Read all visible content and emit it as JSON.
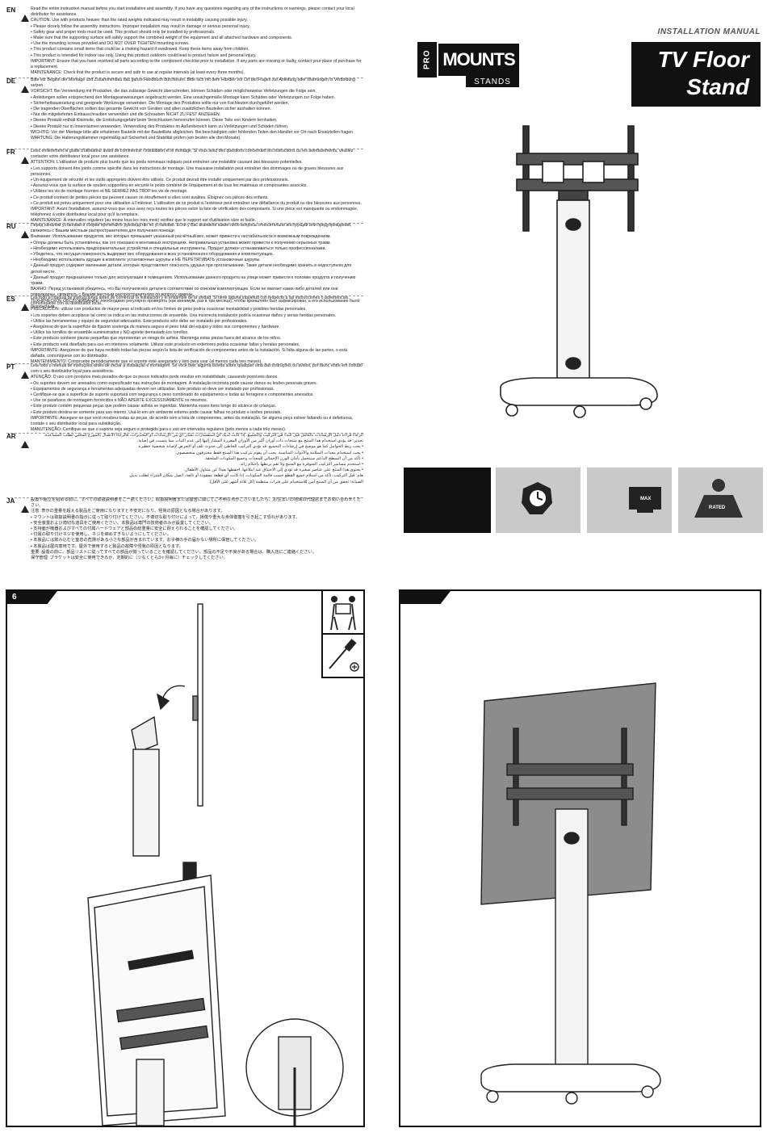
{
  "header": {
    "manual_label": "INSTALLATION MANUAL",
    "title_line1": "TV Floor",
    "title_line2": "Stand"
  },
  "logo": {
    "pro": "PRO",
    "mounts": "MOUNTS",
    "stands": "STANDS"
  },
  "languages": [
    {
      "code": "EN",
      "lines": [
        "Read the entire instruction manual before you start installation and assembly. If you have any questions regarding any of the instructions or warnings, please contact your local distributor for assistance.",
        "CAUTION: Use with products heavier than the rated weights indicated may result in instability causing possible injury.",
        "• Please closely follow the assembly instructions. Improper installation may result in damage or serious personal injury.",
        "• Safety gear and proper tools must be used. This product should only be installed by professionals.",
        "• Make sure that the supporting surface will safely support the combined weight of the equipment and all attached hardware and components.",
        "• Use the mounting screws provided and DO NOT OVER TIGHTEN mounting screws.",
        "• This product contains small items that could be a choking hazard if swallowed. Keep these items away from children.",
        "• This product is intended for indoor use only. Using this product outdoors could lead to product failure and personal injury.",
        "IMPORTANT: Ensure that you have received all parts according to the component checklist prior to installation. If any parts are missing or faulty, contact your place of purchase for a replacement.",
        "MAINTENANCE: Check that the product is secure and safe to use at regular intervals (at least every three months)."
      ]
    },
    {
      "code": "DE",
      "lines": [
        "Bitte vor Beginn der Montage und Zusammenbau das ganze Handbuch durchlesen. Bitte sich mit dem Händler vor Ort bei Fragen zur Anleitung oder Warnungen in Verbindung setzen.",
        "VORSICHT: Bei Verwendung mit Produkten, die das zulässige Gewicht überschreiten, können Schäden oder möglicherweise Verletzungen die Folge sein.",
        "• Anleitungen sollen entsprechend den Montageanweisungen angebracht werden. Eine unsachgemäße Montage kann Schäden oder Verletzungen zur Folge haben.",
        "• Sicherheitsausrüstung und geeignete Werkzeuge verwenden. Die Montage des Produktes sollte nur von Fachleuten durchgeführt werden.",
        "• Die tragenden Oberflächen sollten das gesamte Gewicht von Geräten und allen zusätzlichen Bauteilen sicher aushalten können.",
        "• Nur die mitgelieferten Einbauschrauben verwenden und die Schrauben NICHT ZU FEST ANZIEHEN.",
        "• Dieses Produkt enthält Kleinteile, die Erstickungsgefahr beim Verschlucken hervorrufen können. Diese Teile von Kindern fernhalten.",
        "• Dieses Produkt nur in Innenräumen verwenden. Verwendung des Produktes im Außenbereich kann zu Verletzungen und Schäden führen.",
        "WICHTIG: Vor der Montage bitte alle erhaltenen Bauteile mit der Bauteilliste abgleichen. Bei beschädigten oder fehlenden Teilen den Händler vor Ort nach Ersatzteilen fragen.",
        "WARTUNG: Die Halterungsklammer regelmäßig auf Sicherheit und Stabilität prüfen (am besten alle drei Monate)."
      ]
    },
    {
      "code": "FR",
      "lines": [
        "Lisez entièrement le guide d'utilisateur avant de commencer l'installation et le montage. Si vous avez des questions concernant les instructions ou les avertissements, veuillez contacter votre distributeur local pour une assistance.",
        "ATTENTION: L'utilisation de produits plus lourds que les poids nominaux indiqués peut entraîner une instabilité causant des blessures potentielles.",
        "• Les supports doivent être joints comme spécifié dans les instructions de montage. Une mauvaise installation peut entraîner des dommages ou de graves blessures aux personnes.",
        "• Un équipement de sécurité et les outils appropriés doivent être utilisés. Ce produit devrait être installé uniquement par des professionnels.",
        "• Assurez-vous que la surface de soutien supportera en sécurité le poids combiné de l'équipement et de tous les matériaux et composantes associés.",
        "• Utilisez les vis de montage fournies et NE SERREZ PAS TROP les vis de montage.",
        "• Ce produit contient de petites pièces qui peuvent causer un étouffement si elles sont avalées. Éloignez ces pièces des enfants.",
        "• Ce produit est prévu uniquement pour une utilisation à l'intérieur. L'utilisation de ce produit à l'extérieur peut entraîner une défaillance du produit ou des blessures aux personnes.",
        "IMPORTANT: Avant l'installation, assurez-vous que vous avez reçu toutes les pièces selon la liste de vérification des composants. Si une pièce est manquante ou endommagée, téléphonez à votre distributeur local pour qu'il la remplace.",
        "MAINTENANCE: À intervalles réguliers (au moins tous les trois mois) vérifiez que le support est d'utilisation sûre et facile."
      ]
    },
    {
      "code": "RU",
      "lines": [
        "Перед началом установки и сборки прочитайте руководство по установке. Если у Вас возникли какие-либо вопросы относительно инструкций или предупреждений, свяжитесь с Вашим местным распространителем для получения помощи.",
        "Внимание: Использование продуктов, вес которых превышает указанный расчётный вес, может привести к нестабильности и возможным повреждениям.",
        "• Опоры должны быть установлены, как это показано в монтажных инструкциях. Неправильная установка может привести к получению серьезных травм.",
        "• Необходимо использовать предохранительные устройства и специальные инструменты. Продукт должен устанавливаться только профессионалами.",
        "• Убедитесь, что несущая поверхность выдержит вес оборудования и всех установленного оборудования и комплектующих.",
        "• Необходимо использовать идущие в комплекте установочные шурупы и НЕ ПЕРЕТЯГИВАТЬ установочные шурупы.",
        "• Данный продукт содержит маленькие детали, которые представляют опасность удушья при проглатывании. Такие детали необходимо хранить в недоступном для детей месте.",
        "• Данный продукт предназначен только для эксплуатации в помещениях. Использование данного продукта на улице может привести к поломке продукта и получению травм.",
        "ВАЖНО: Перед установкой убедитесь, что Вы получили все детали в соответствии со списком комплектующих. Если не хватает каких-либо деталей или они повреждены, свяжитесь с Вашим местным распространителем по вопросу замены.",
        "ТЕХНИЧЕСКОЕ ОБСЛУЖИВАНИЕ: Необходимо регулярно проверять (как минимум, раз в три месяца), чтобы кронштейн был зафиксирован, а его использование было безопасным."
      ]
    },
    {
      "code": "ES",
      "lines": [
        "Lea todo el manual de instrucciones antes de comenzar la instalación y el ensamble de la unidad. Si tiene alguna inquietud con respecto a las instrucciones o advertencias, comuníquese con su distribuidor local.",
        "PRECAUCIÓN: utilizar con productos de mayor peso al indicado en los límites de peso podría ocasionar inestabilidad y posibles heridas personales.",
        "• Los soportes deben acoplarse tal como se indica en las instrucciones de ensamble. Una incorrecta instalación podría ocasionar daños y serias heridas personales.",
        "• Utilice las herramientas y equipo de seguridad adecuados. Este producto sólo debe ser instalado por profesionales.",
        "• Asegúrese de que la superficie de fijación sostenga de manera segura el peso total del equipo y todos sus componentes y hardware.",
        "• Utilice los tornillos de ensamble suministrados y NO apriete demasiado los tornillos.",
        "• Este producto contiene piezas pequeñas que representan un riesgo de asfixia. Mantenga estas piezas fuera del alcance de los niños.",
        "• Este producto está diseñado para uso en interiores solamente. Utilizar este producto en exteriores podría ocasionar fallas y heridas personales.",
        "IMPORTANTE: Asegúrese de que haya recibido todas las piezas según la lista de verificación de componentes antes de la instalación. Si falta alguna de las partes, o está dañada, comuníquese con su distribuidor.",
        "MANTENIMIENTO: Compruebe periódicamente que el soporte esté asegurado y listo para usar (al menos cada tres meses)."
      ]
    },
    {
      "code": "PT",
      "lines": [
        "Leia todo o manual de instruções antes de iniciar a instalação e montagem. Se você tiver alguma dúvida sobre qualquer uma das instruções ou avisos, por favor, entre em contato com o seu distribuidor local para assistência.",
        "ATENÇÃO: O uso com produtos mais pesados do que os pesos indicados pode resultar em instabilidade, causando possíveis danos.",
        "• Os suportes devem ser anexados como especificado nas instruções de montagem. A instalação incorreta pode causar danos ou lesões pessoais graves.",
        "• Equipamentos de segurança e ferramentas adequadas devem ser utilizadas. Este produto só deve ser instalado por profissionais.",
        "• Certifique-se que a superfície de suporte suportará com segurança o peso combinado do equipamento e todas as ferragens e componentes anexados.",
        "• Use os parafusos de montagem fornecidos e NÃO APERTE EXCESSIVAMENTE os mesmos.",
        "• Este produto contém pequenas peças que podem causar asfixia se ingeridas. Mantenha esses itens longe do alcance de crianças.",
        "• Este produto destina-se somente para uso interno. Usá-lo em um ambiente externo pode causar falhas no produto e lesões pessoais.",
        "IMPORTANTE: Assegure-se que você recebeu todas as peças, de acordo com a lista de componentes, antes da instalação. Se alguma peça estiver faltando ou é defeituosa, contate o seu distribuidor local para substituição.",
        "MANUTENÇÃO: Certifique-se que o suporte seja seguro e protegido para o uso em intervalos regulares (pelo menos a cada três meses)."
      ]
    },
    {
      "code": "AR",
      "rtl": true,
      "lines": [
        "الرجاء قراءة دليل الإرشادات بالكامل قبل البدء في التركيب والتجميع. إذا كانت لديك أي استفسارات بشأن أي من الإرشادات أو التحذيرات، فالرجاء الاتصال بالموزع المحلي لطلب المساعدة.",
        "تحذير: قد يؤدي استخدام هذا المنتج مع منتجات ذات أوزان أكبر من الأوزان المقررة المشار إليها إلى عدم الثبات مما يتسبب في إصابة.",
        "• يجب ربط الحوامل كما هو موضح في إرشادات التجميع. قد يؤدي التركيب الخاطئ إلى حدوث تلف أو التعرض لإصابة شخصية خطيرة.",
        "• يجب استخدام معدات السلامة والأدوات المناسبة. يجب أن يقوم بتركيب هذا المنتج فقط محترفون متخصصون.",
        "• تأكد من أن السطح الداعم سيتحمل بأمان الوزن الإجمالي للمعدات وجميع المكونات الملحقة.",
        "• استخدم مسامير التركيب المتوفرة مع المنتج ولا تقم بربطها بإحكام زائد.",
        "• يحتوي هذا المنتج على عناصر صغيرة قد تؤدي إلى الاختناق عند ابتلاعها. احفظها بعيدًا عن متناول الأطفال.",
        "هام: قبل التركيب، تأكد من استلام جميع القطع حسب قائمة المكونات. إذا كانت أي قطعة مفقودة أو تالفة، اتصل بمكان الشراء لطلب بديل.",
        "الصيانة: تحقق من أن المنتج آمن للاستخدام على فترات منتظمة (كل ثلاثة أشهر على الأقل)."
      ]
    },
    {
      "code": "JA",
      "lines": [
        "設置や組立を始める前に、すべての取扱説明書をご一読ください。取扱説明書または警告に関してご不明な点がございましたら、お住まいの地域の代理店までお問い合わせください。",
        "注意: 表示の重量を超える製品をご使用になりますと不安定になり、怪我の原因となる場合があります。",
        "• マウントは取扱説明書の指示に従って取り付けてください。不適切な取り付けによって、損傷や重大な身体傷害を引き起こす恐れがあります。",
        "• 安全装置および適切な道具をご使用ください。本製品は専門の技術者のみが設置してください。",
        "• 支持面が機器およびすべての付属ハードウェアと部品の総重量に安全に耐えられることを確認してください。",
        "• 付属の取り付けネジを使用し、ネジを締めすぎないようにしてください。",
        "• 本製品には飲み込むと窒息の危険がある小さな部品が含まれています。お子様の手の届かない場所に保管してください。",
        "• 本製品は屋内専用です。屋外で使用すると製品の故障や怪我の原因となります。",
        "重要: 設置の前に、部品リストに従ってすべての部品が揃っていることを確認してください。部品の不足や不良がある場合は、購入店にご連絡ください。",
        "保守管理: ブラケットは安全に使用できるか、定期的に（少なくとも3ヶ月毎に）チェックしてください。"
      ]
    }
  ],
  "spec_icons": [
    "tilt-swivel-icon",
    "max-screen-icon",
    "rated-weight-icon"
  ],
  "spec_labels": {
    "max": "MAX",
    "rated": "RATED"
  },
  "steps": [
    {
      "number": "6"
    },
    {
      "number": ""
    }
  ],
  "step_icons": [
    "two-person-lift-icon",
    "screwdriver-icon"
  ]
}
